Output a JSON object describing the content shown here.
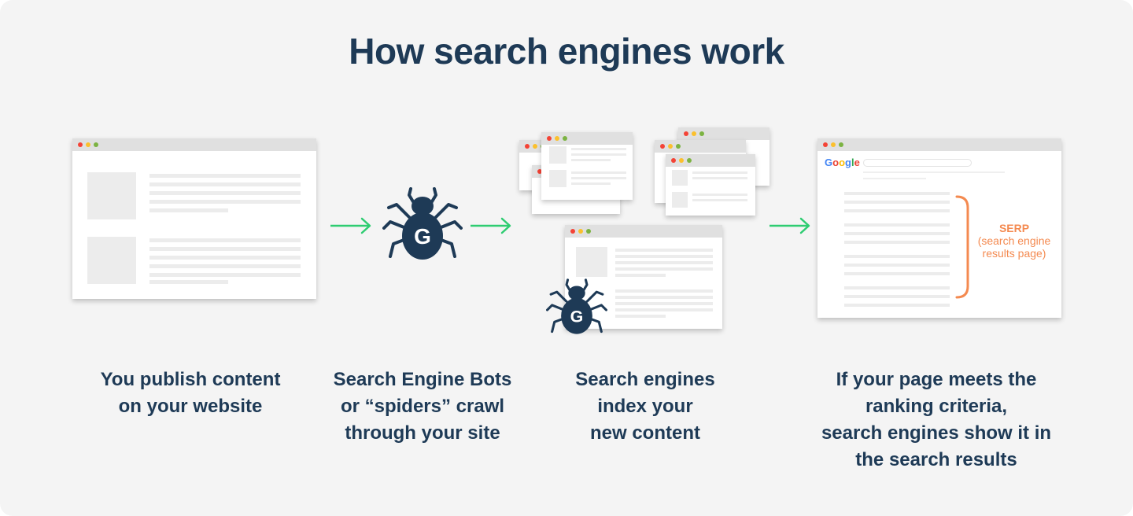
{
  "title": "How search engines work",
  "steps": [
    {
      "lines": [
        "You publish content",
        "on your website"
      ]
    },
    {
      "lines": [
        "Search Engine Bots",
        "or “spiders” crawl",
        "through your site"
      ]
    },
    {
      "lines": [
        "Search engines",
        "index your",
        "new content"
      ]
    },
    {
      "lines": [
        "If your page meets the",
        "ranking criteria,",
        "search engines show it in",
        "the search results"
      ]
    }
  ],
  "spider_letter": "G",
  "serp": {
    "label": "SERP",
    "line1": "(search engine",
    "line2": "results page)"
  },
  "google": {
    "letters": [
      "G",
      "o",
      "o",
      "g",
      "l",
      "e"
    ],
    "colors": [
      "#4285f4",
      "#ea4335",
      "#fbbc05",
      "#4285f4",
      "#34a853",
      "#ea4335"
    ]
  },
  "colors": {
    "navy": "#1e3a56",
    "arrow": "#2ecc71",
    "accent": "#f48a50"
  }
}
